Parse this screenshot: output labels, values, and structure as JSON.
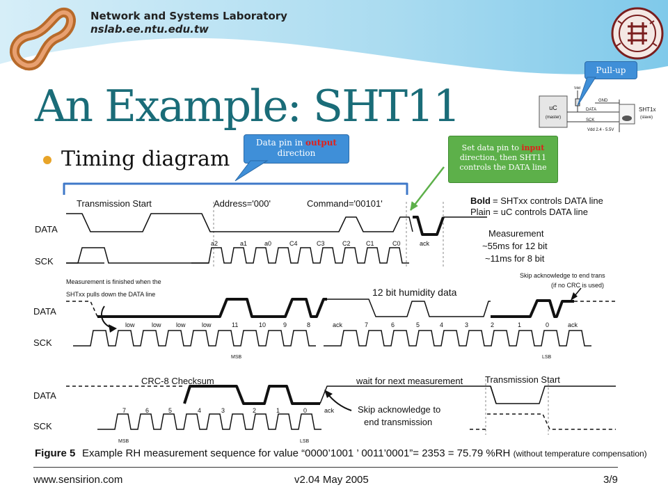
{
  "header": {
    "lab_name": "Network and Systems Laboratory",
    "lab_url": "nslab.ee.ntu.edu.tw"
  },
  "slide": {
    "title": "An Example: SHT11",
    "bullet": "Timing diagram"
  },
  "callouts": {
    "pull_up": "Pull-up",
    "data_pin_pre": "Data pin in ",
    "data_pin_em": "output",
    "data_pin_post": "direction",
    "set_pre": "Set data pin to ",
    "set_em": "input",
    "set_post1": "direction, then SHT11",
    "set_post2": "controls the DATA line"
  },
  "circuit": {
    "uc": "uC",
    "master": "(master)",
    "vdd": "Vdd",
    "gnd": "GND",
    "data": "DATA",
    "sck": "SCK",
    "vdd_range": "Vdd 2.4 - 5.5V",
    "sensor": "SHT1x",
    "slave": "(slave)"
  },
  "diagram": {
    "row1": {
      "transmission_start": "Transmission Start",
      "address": "Address='000'",
      "command": "Command='00101'",
      "legend_bold_word": "Bold",
      "legend_bold_rest": " = SHTxx controls DATA line",
      "legend_plain": "Plain = uC controls DATA line",
      "data_label": "DATA",
      "sck_label": "SCK",
      "bits": [
        "a2",
        "a1",
        "a0",
        "C4",
        "C3",
        "C2",
        "C1",
        "C0",
        "ack"
      ],
      "measurement_1": "Measurement",
      "measurement_2": "~55ms for 12 bit",
      "measurement_3": "~11ms for 8 bit"
    },
    "row2": {
      "note_1": "Measurement is finished when the",
      "note_2": "SHTxx pulls down the DATA line",
      "humidity": "12 bit humidity data",
      "skip_1": "Skip acknowledge to end trans",
      "skip_2": "(if no CRC is used)",
      "data_label": "DATA",
      "sck_label": "SCK",
      "bits": [
        "low",
        "low",
        "low",
        "low",
        "11",
        "10",
        "9",
        "8",
        "ack",
        "7",
        "6",
        "5",
        "4",
        "3",
        "2",
        "1",
        "0",
        "ack"
      ],
      "msb": "MSB",
      "lsb": "LSB"
    },
    "row3": {
      "crc": "CRC-8 Checksum",
      "wait": "wait for next measurement",
      "transmission_start": "Transmission Start",
      "skip_1": "Skip acknowledge to",
      "skip_2": "end transmission",
      "data_label": "DATA",
      "sck_label": "SCK",
      "bits": [
        "7",
        "6",
        "5",
        "4",
        "3",
        "2",
        "1",
        "0",
        "ack"
      ],
      "msb": "MSB",
      "lsb": "LSB"
    }
  },
  "figure": {
    "label": "Figure 5",
    "caption": "Example RH measurement sequence for value “0000’1001 ’ 0011’0001”= 2353 = 75.79 %RH ",
    "caption_small": "(without temperature compensation)"
  },
  "footer": {
    "left": "www.sensirion.com",
    "center": "v2.04 May 2005",
    "right": "3/9"
  }
}
